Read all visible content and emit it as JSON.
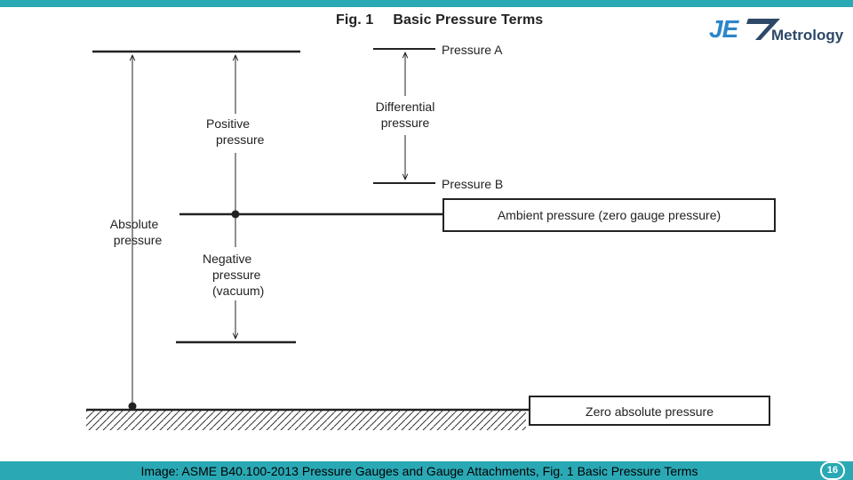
{
  "figure": {
    "number": "Fig. 1",
    "title": "Basic Pressure Terms"
  },
  "logo": {
    "mark": "JE",
    "word": "Metrology"
  },
  "labels": {
    "absolute_line1": "Absolute",
    "absolute_line2": "pressure",
    "positive_line1": "Positive",
    "positive_line2": "pressure",
    "negative_line1": "Negative",
    "negative_line2": "pressure",
    "negative_line3": "(vacuum)",
    "differential_line1": "Differential",
    "differential_line2": "pressure",
    "pressure_a": "Pressure A",
    "pressure_b": "Pressure B",
    "ambient": "Ambient pressure (zero gauge pressure)",
    "zero_absolute": "Zero absolute pressure"
  },
  "footer": {
    "caption": "Image: ASME B40.100-2013 Pressure Gauges and Gauge Attachments, Fig. 1 Basic Pressure Terms",
    "page_number": "16"
  },
  "colors": {
    "accent_bar": "#2aa9b5",
    "logo_blue": "#2b86c8",
    "logo_navy": "#2e4868",
    "line": "#222222"
  }
}
